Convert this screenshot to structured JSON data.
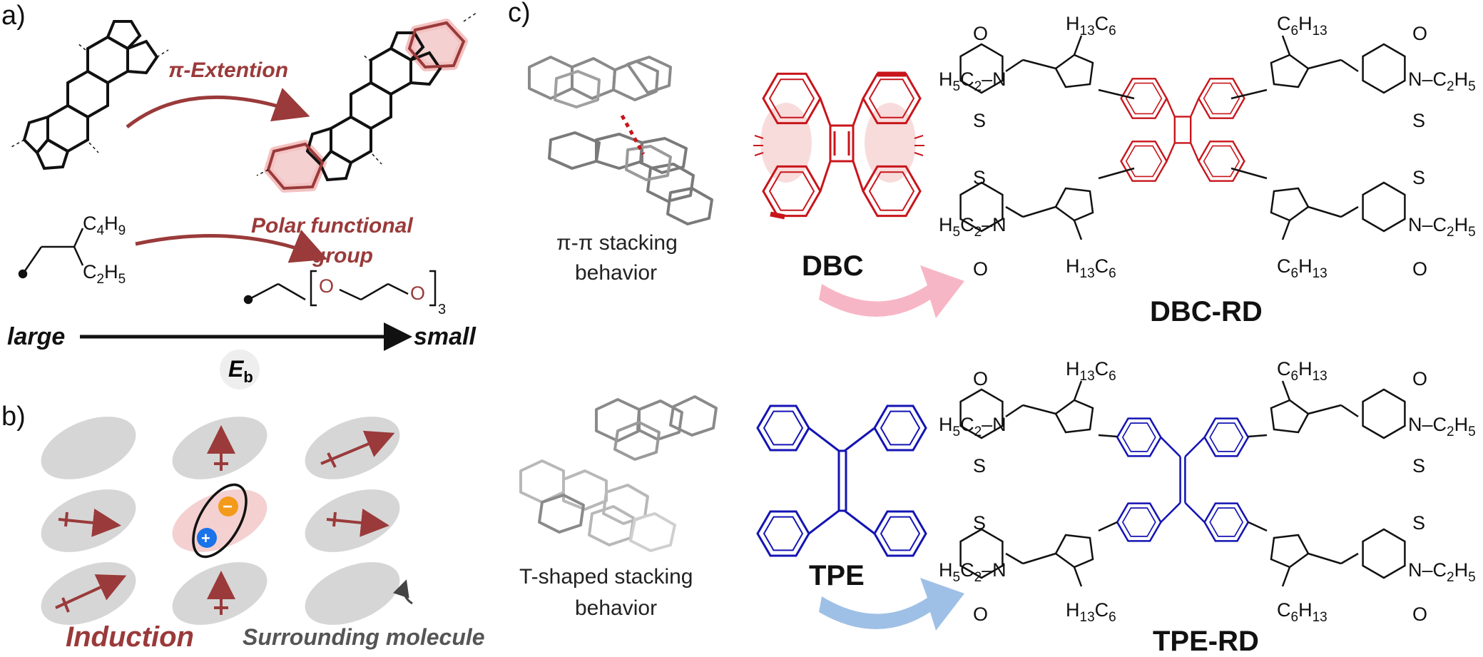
{
  "panels": {
    "a": {
      "label": "a)",
      "pi_extension": "π-Extention",
      "polar_group": [
        "Polar functional",
        "group"
      ],
      "alkyl": {
        "top": "C",
        "top_sub": "4",
        "top_h": "H",
        "top_hsub": "9",
        "bot": "C",
        "bot_sub": "2",
        "bot_h": "H",
        "bot_hsub": "5"
      },
      "glycol": {
        "o1": "O",
        "o2": "O",
        "repeat": "3"
      },
      "scale_left": "large",
      "scale_right": "small",
      "eb_main": "E",
      "eb_sub": "b"
    },
    "b": {
      "label": "b)",
      "induction": "Induction",
      "surrounding": "Surrounding molecule",
      "minus": "−",
      "plus": "+"
    },
    "c": {
      "label": "c)",
      "pipi_caption": [
        "π-π stacking",
        "behavior"
      ],
      "tshape_caption": [
        "T-shaped stacking",
        "behavior"
      ],
      "dbc_name": "DBC",
      "tpe_name": "TPE",
      "dbc_rd_name": "DBC-RD",
      "tpe_rd_name": "TPE-RD",
      "substituents": {
        "ethyl_left": "H5C2",
        "ethyl_right": "C2H5",
        "hexyl_left": "H13C6",
        "hexyl_right": "C6H13",
        "S": "S",
        "N": "N",
        "O": "O"
      }
    }
  },
  "colors": {
    "accent_red": "#9a3a3a",
    "dbc_red": "#c8151b",
    "tpe_blue": "#1414b4",
    "pink_arrow": "#f7b6c6",
    "blue_arrow": "#9fc0e6",
    "ellipse_gray": "#d6d6d6",
    "minus_orange": "#f39a1a",
    "plus_blue": "#1a73e8"
  }
}
